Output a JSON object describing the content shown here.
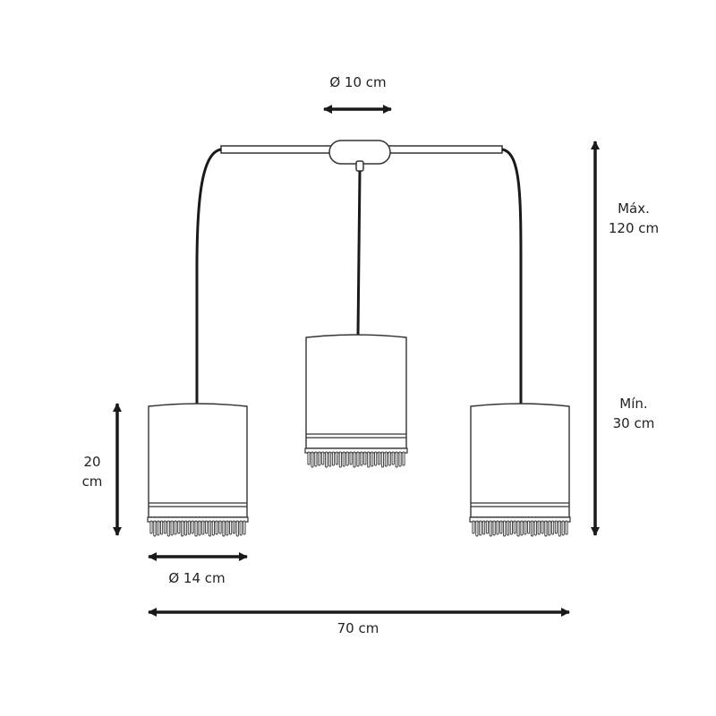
{
  "labels": {
    "canopy_diameter": "Ø 10 cm",
    "height_max_line1": "Máx.",
    "height_max_line2": "120 cm",
    "height_min_line1": "Mín.",
    "height_min_line2": "30 cm",
    "shade_height_line1": "20",
    "shade_height_line2": "cm",
    "shade_diameter": "Ø 14 cm",
    "total_width": "70 cm"
  },
  "colors": {
    "line": "#1a1a1a",
    "shade_outline": "#333333",
    "background": "#ffffff"
  }
}
